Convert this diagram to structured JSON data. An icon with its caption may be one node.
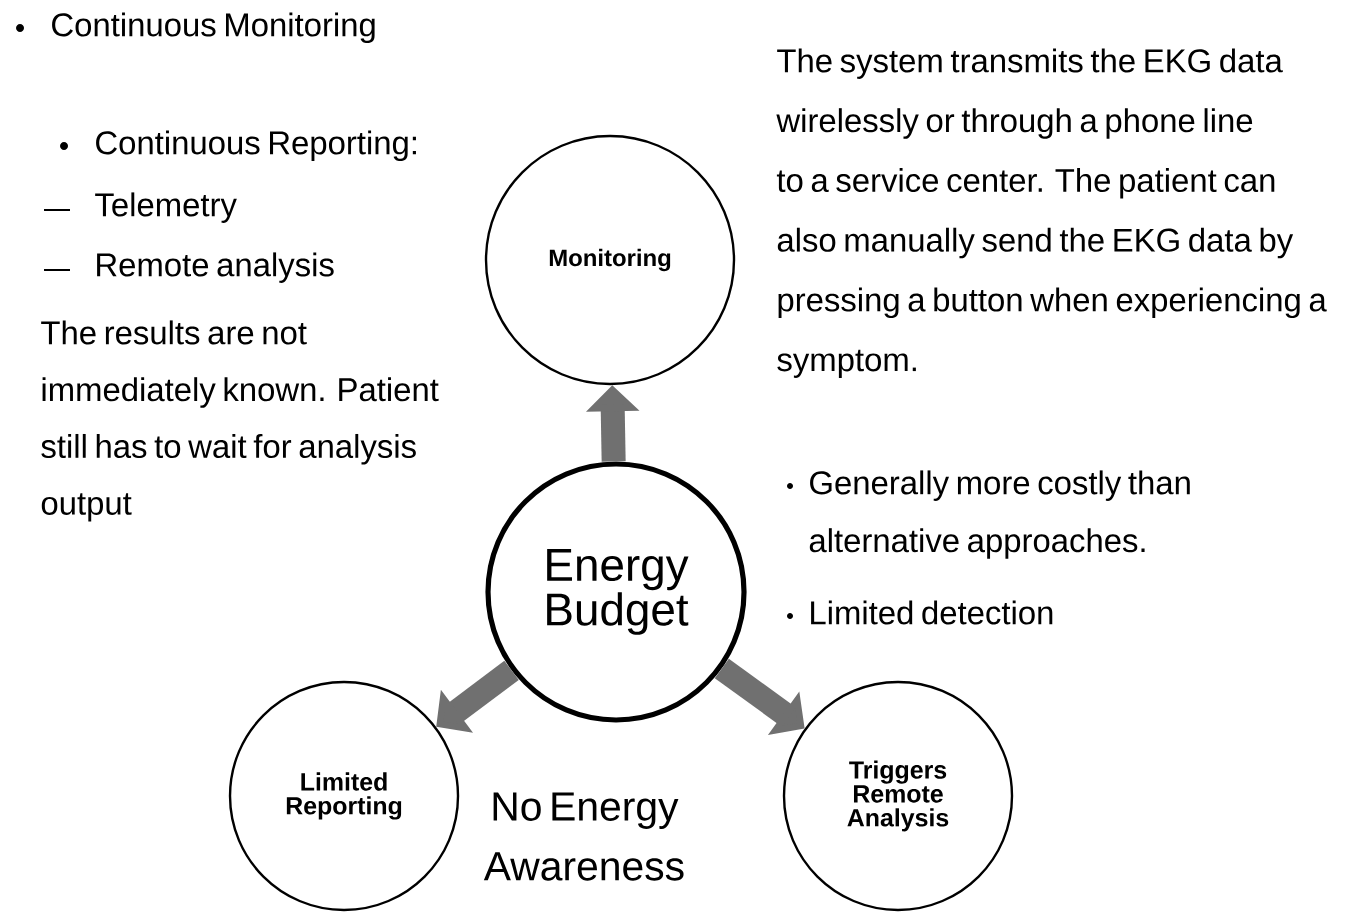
{
  "diagram": {
    "nodes": [
      {
        "text": [
          "Energy Budget"
        ]
      },
      {
        "text": [
          "Monitoring"
        ]
      },
      {
        "text": [
          "Limited Reporting"
        ]
      },
      {
        "text": [
          "Triggers Remote Analysis"
        ]
      }
    ],
    "edges": [
      {
        "from": 0,
        "to": 1,
        "arrow": "to"
      },
      {
        "from": 0,
        "to": 2,
        "arrow": "to"
      },
      {
        "from": 0,
        "to": 3,
        "arrow": "to"
      }
    ],
    "labels": [
      "Continuous Monitoring",
      "Continuous Reporting:",
      "Telemetry",
      "Remote analysis",
      "The results are not immediately known. Patient still has to wait for analysis output",
      "The system transmits the EKG data wirelessly or through a phone line to a service center. The patient can also manually send the EKG data by pressing a button when experiencing a symptom.",
      "Generally more costly than alternative approaches.",
      "Limited detection",
      "No Energy Awareness"
    ]
  }
}
